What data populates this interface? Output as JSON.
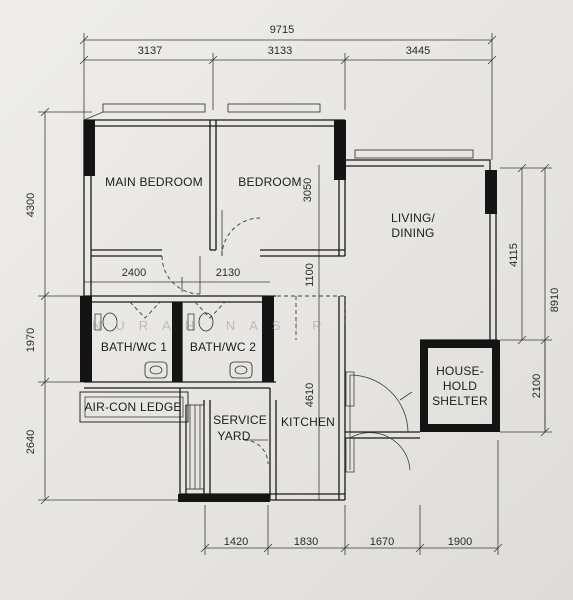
{
  "dimensions": {
    "top_total": "9715",
    "top_1": "3137",
    "top_2": "3133",
    "top_3": "3445",
    "left_1": "4300",
    "left_2": "1970",
    "left_3": "2640",
    "right_1": "4115",
    "right_total": "8910",
    "right_2": "2100",
    "bottom_1": "1420",
    "bottom_2": "1830",
    "bottom_3": "1670",
    "bottom_4": "1900",
    "inner_bedroom_height": "3050",
    "inner_2400": "2400",
    "inner_2130": "2130",
    "inner_1100": "1100",
    "inner_4610": "4610"
  },
  "rooms": {
    "main_bedroom": "MAIN BEDROOM",
    "bedroom": "BEDROOM",
    "living_line1": "LIVING/",
    "living_line2": "DINING",
    "bath1": "BATH/WC 1",
    "bath2": "BATH/WC 2",
    "aircon_ledge": "AIR-CON LEDGE",
    "service_line1": "SERVICE",
    "service_line2": "YARD",
    "kitchen": "KITCHEN",
    "shelter_line1": "HOUSE-",
    "shelter_line2": "HOLD",
    "shelter_line3": "SHELTER"
  },
  "watermark": "NURAH NASIR"
}
